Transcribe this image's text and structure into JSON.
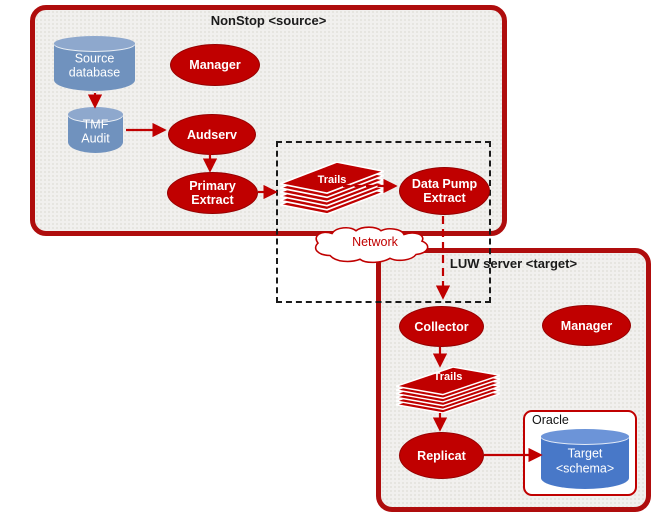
{
  "diagram": {
    "source_box": {
      "label": "NonStop <source>"
    },
    "target_box": {
      "label": "LUW server <target>"
    },
    "oracle_box": {
      "label": "Oracle"
    },
    "network": {
      "label": "Network"
    },
    "nodes": {
      "source_db": {
        "line1": "Source",
        "line2": "database"
      },
      "manager_source": {
        "label": "Manager"
      },
      "tmf_audit": {
        "line1": "TMF",
        "line2": "Audit"
      },
      "audserv": {
        "label": "Audserv"
      },
      "primary_extract": {
        "line1": "Primary",
        "line2": "Extract"
      },
      "trails_source": {
        "label": "Trails"
      },
      "data_pump_extract": {
        "line1": "Data Pump",
        "line2": "Extract"
      },
      "collector": {
        "label": "Collector"
      },
      "manager_target": {
        "label": "Manager"
      },
      "trails_target": {
        "label": "Trails"
      },
      "replicat": {
        "label": "Replicat"
      },
      "target_schema": {
        "line1": "Target",
        "line2": "<schema>"
      }
    },
    "colors": {
      "shape_red": "#C00000",
      "box_border_red": "#AF0D0D",
      "box_fill_gray": "#F1F0EE",
      "cylinder_blue_light": "#7092BE",
      "cylinder_blue_dark": "#4878C8",
      "dashed_boundary_black": "#1A1A1A",
      "text_white": "#FFFFFF"
    }
  }
}
